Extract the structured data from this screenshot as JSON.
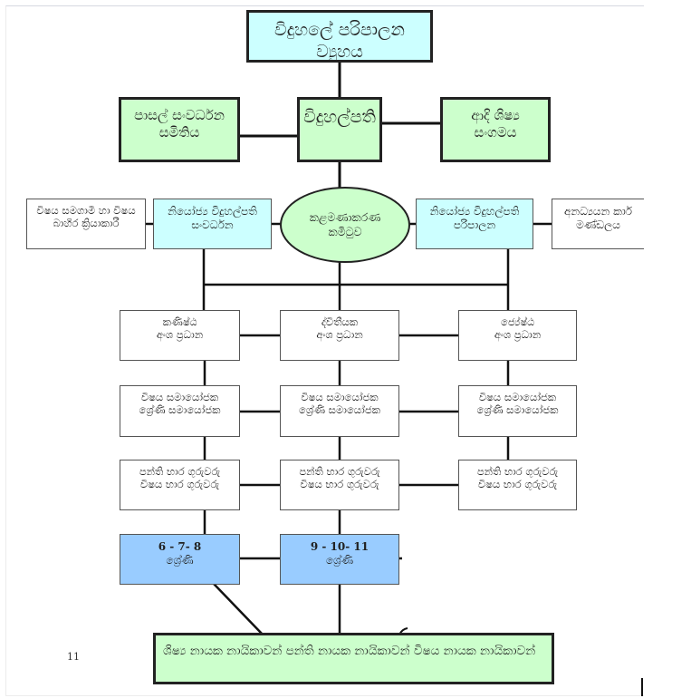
{
  "diagram": {
    "title": "විදුහලේ පරිපාලන ව්‍යුහය",
    "level1": {
      "left": [
        "පාසල් සංවර්ධන",
        "සමිතිය"
      ],
      "center": [
        "විදුහල්පති"
      ],
      "right": [
        "ආදි ශිෂ්‍ය",
        "සංගමය"
      ]
    },
    "level2": {
      "far_left": [
        "විෂය සමගාමී හා විෂය",
        "බාහිර ක්‍රියාකාරී"
      ],
      "left": [
        "නියෝජ්‍ය විදුහල්පති",
        "සංවර්ධන"
      ],
      "center": [
        "කළමණාකරණ",
        "කමිටුව"
      ],
      "right": [
        "නියෝජ්‍ය විදුහල්පති",
        "පරිපාලන"
      ],
      "far_right": [
        "අනධ්‍යයන කාර්",
        "මණ්ඩලය"
      ]
    },
    "sections": [
      [
        "කණිෂ්ඨ",
        "අංශ ප්‍රධාන"
      ],
      [
        "ද්විතීයක",
        "අංශ ප්‍රධාන"
      ],
      [
        "ජ්‍යේෂ්ඨ",
        "අංශ ප්‍රධාන"
      ]
    ],
    "coordinators": [
      [
        "විෂය සමායෝජක",
        "ශ්‍රේණි සමායෝජක"
      ],
      [
        "විෂය සමායෝජක",
        "ශ්‍රේණි සමායෝජක"
      ],
      [
        "විෂය සමායෝජක",
        "ශ්‍රේණි සමායෝජක"
      ]
    ],
    "teachers": [
      [
        "පන්ති භාර ගුරුවරු",
        "විෂය භාර ගුරුවරු"
      ],
      [
        "පන්ති භාර ගුරුවරු",
        "විෂය භාර ගුරුවරු"
      ],
      [
        "පන්ති භාර ගුරුවරු",
        "විෂය භාර ගුරුවරු"
      ]
    ],
    "grades": [
      [
        "6 - 7- 8",
        "ශ්‍රේණි"
      ],
      [
        "9 - 10- 11",
        "ශ්‍රේණි"
      ]
    ],
    "leaders": "ශිෂ්‍ය නායක නායිකාවන් පන්ති නායක නායිකාවන් විෂය නායක නායිකාවන්"
  },
  "page_number": "11",
  "colors": {
    "cyan": "#ccffff",
    "green": "#ccffcc",
    "blue": "#99ccff",
    "line": "#111111"
  }
}
